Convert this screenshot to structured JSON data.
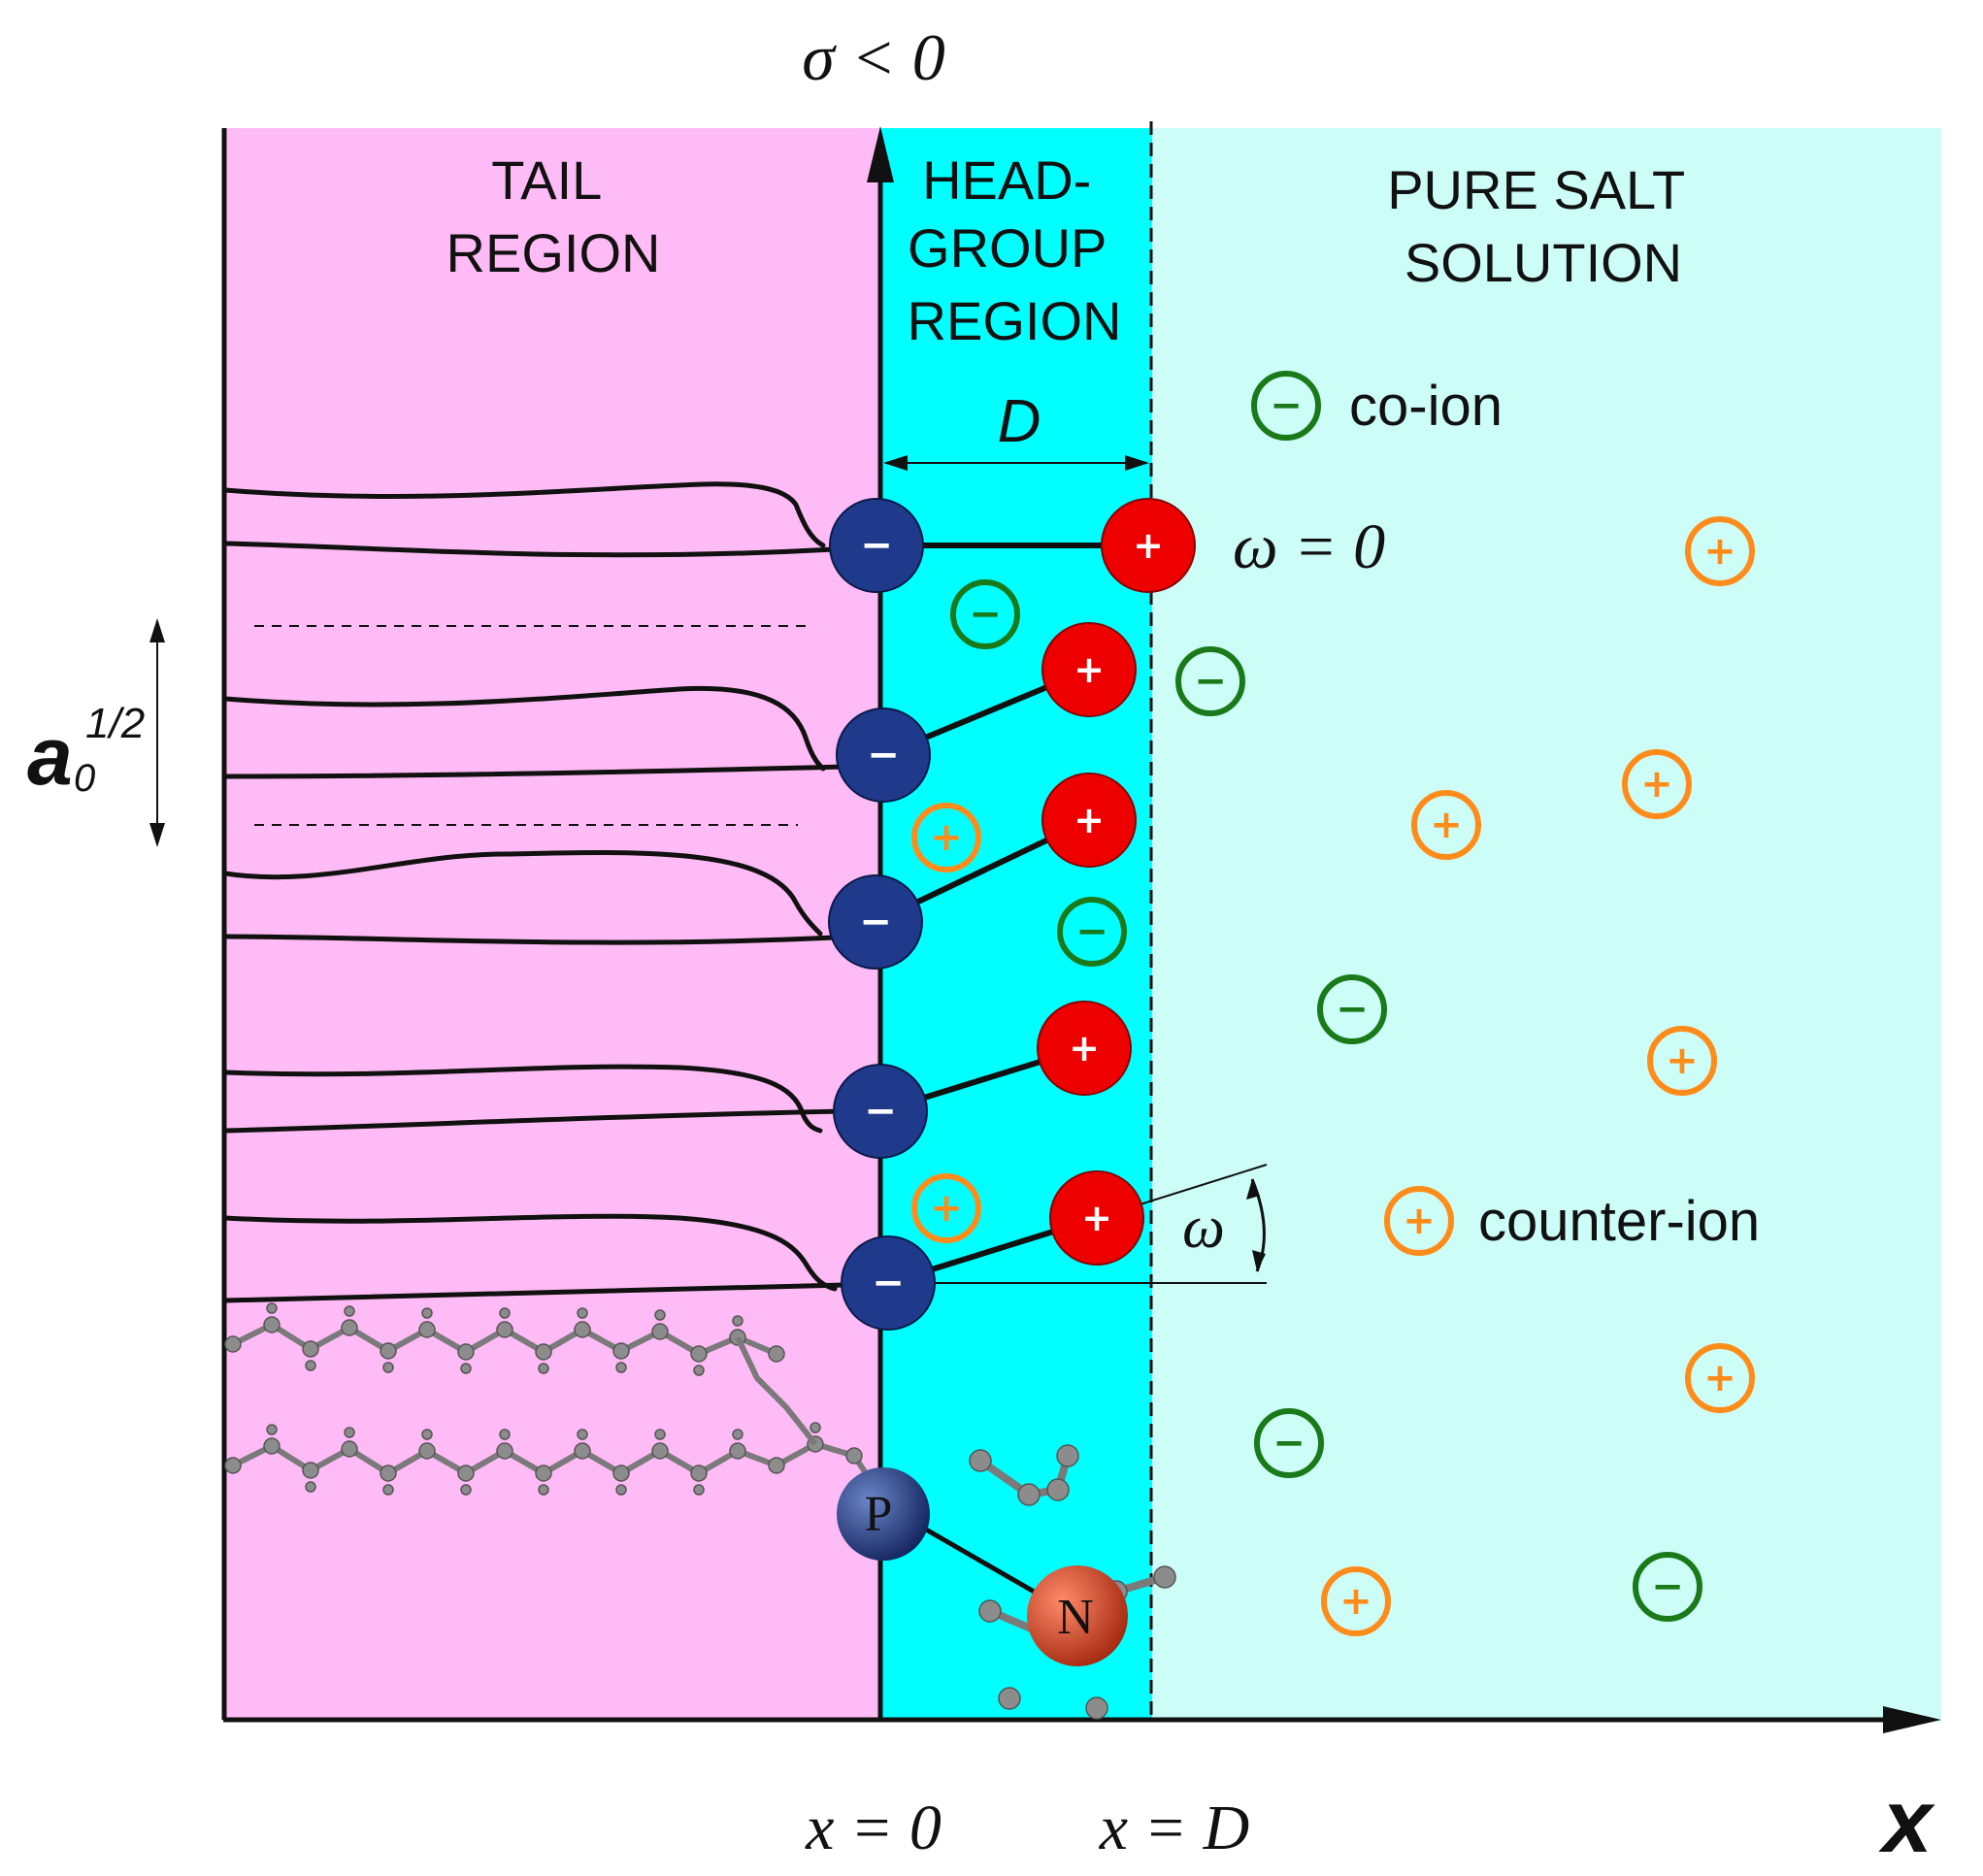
{
  "title": "σ < 0",
  "regions": {
    "tail": [
      "TAIL",
      "REGION"
    ],
    "headgroup": [
      "HEAD-",
      "GROUP",
      "REGION"
    ],
    "solution": [
      "PURE SALT",
      "SOLUTION"
    ]
  },
  "labels": {
    "d": "D",
    "omega_zero": "ω = 0",
    "omega": "ω",
    "area_base": "a",
    "area_sup": "1/2",
    "area_sub": "0",
    "x0": "x = 0",
    "xD": "x = D",
    "x_axis": "x"
  },
  "legend": {
    "coion_label": "co-ion",
    "counterion_label": "counter-ion"
  },
  "symbols": {
    "minus": "−",
    "plus": "+",
    "p_atom": "P",
    "n_atom": "N"
  },
  "colors": {
    "tail_region": "#ffbbf5",
    "headgroup_region": "#00ffff",
    "solution_region": "#ccfdf6",
    "anion_head": "#1f3a8a",
    "cation_head": "#ee0000",
    "coion": "#1a7a1a",
    "counterion": "#ff8c1a"
  },
  "icons": {
    "y_axis": "up-arrow-icon",
    "x_axis": "right-arrow-icon",
    "molecule": "ball-and-stick-molecule-icon"
  }
}
